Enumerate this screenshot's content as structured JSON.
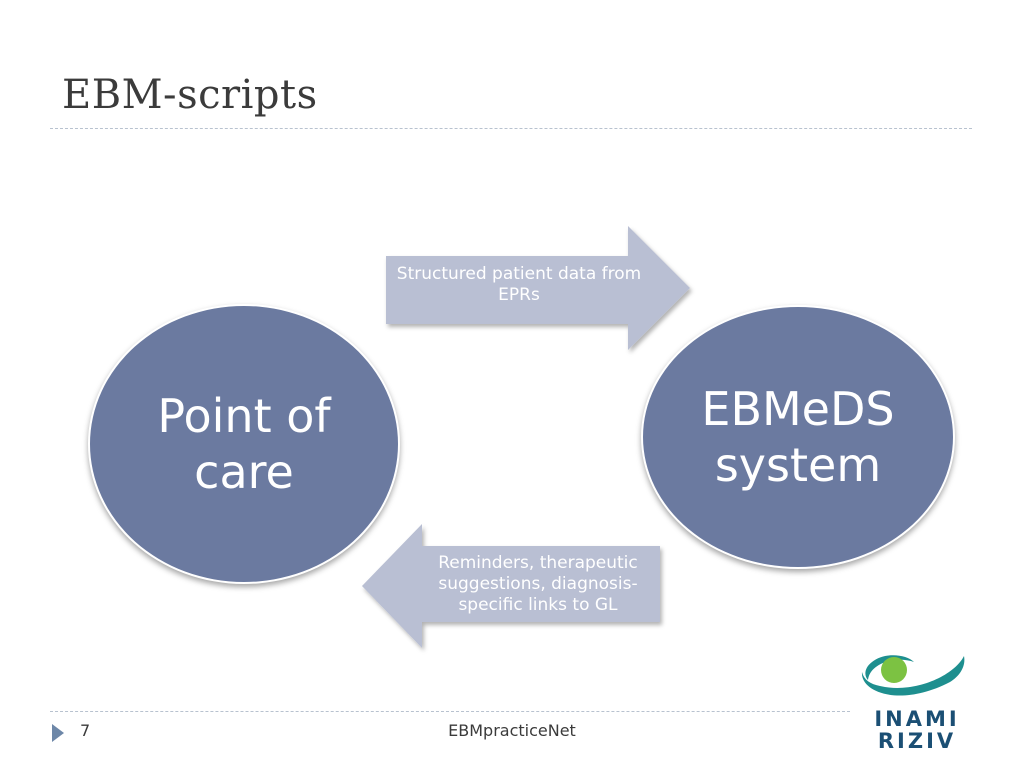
{
  "slide": {
    "title": "EBM-scripts",
    "number": "7",
    "footer": "EBMpracticeNet"
  },
  "diagram": {
    "nodes": [
      {
        "id": "point-of-care",
        "label": "Point of care"
      },
      {
        "id": "ebmeds-system",
        "label": "EBMeDS system"
      }
    ],
    "edges": [
      {
        "from": "point-of-care",
        "to": "ebmeds-system",
        "label": "Structured patient data from EPRs"
      },
      {
        "from": "ebmeds-system",
        "to": "point-of-care",
        "label": "Reminders, therapeutic suggestions, diagnosis-specific links to GL"
      }
    ]
  },
  "logo": {
    "line1": "INAMI",
    "line2": "RIZIV"
  },
  "colors": {
    "circle_fill": "#6b7aa0",
    "arrow_fill": "#b9bfd3",
    "logo_blue": "#1b4f74",
    "logo_green": "#7cc242",
    "logo_teal": "#1e8f8f"
  }
}
